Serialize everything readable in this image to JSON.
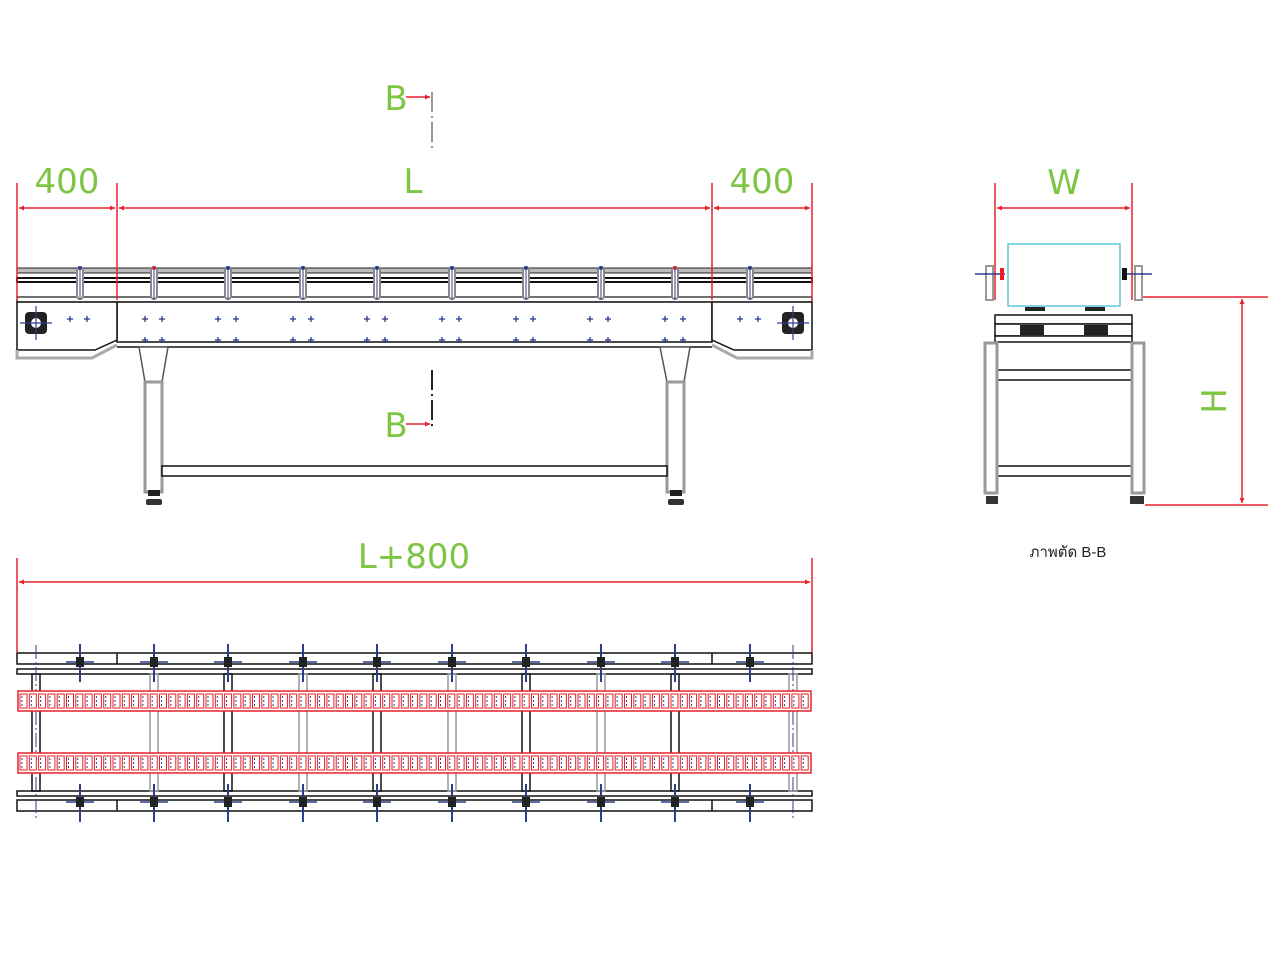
{
  "front_view": {
    "section_marker_top": "B",
    "section_marker_bottom": "B",
    "dim_left": "400",
    "dim_middle": "L",
    "dim_right": "400"
  },
  "top_view": {
    "dim_total": "L+800"
  },
  "section_view": {
    "dim_width": "W",
    "dim_height": "H",
    "caption": "ภาพตัด B-B"
  },
  "colors": {
    "dimension": "#e8202a",
    "dimension_text": "#7ec544",
    "centerline": "#2b3d8f",
    "product": "#5bc6d8",
    "outline": "#111111"
  }
}
